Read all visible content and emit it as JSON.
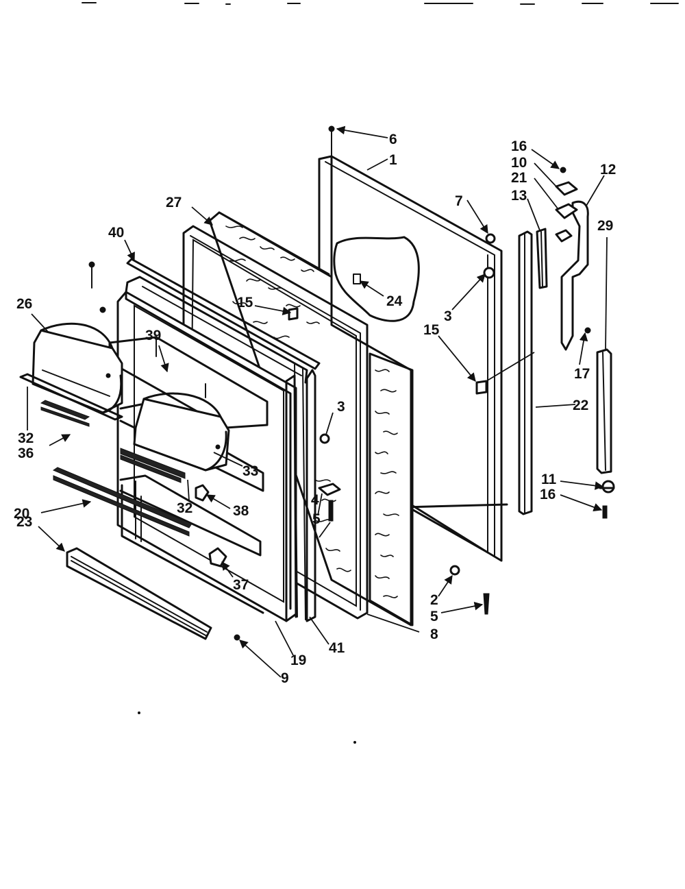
{
  "callouts": {
    "c1": "1",
    "c2": "2",
    "c3a": "3",
    "c3b": "3",
    "c4": "4",
    "c5a": "5",
    "c5b": "5",
    "c6": "6",
    "c7": "7",
    "c8": "8",
    "c9": "9",
    "c10": "10",
    "c11": "11",
    "c12": "12",
    "c13": "13",
    "c15a": "15",
    "c15b": "15",
    "c16a": "16",
    "c16b": "16",
    "c17": "17",
    "c19": "19",
    "c20": "20",
    "c21": "21",
    "c22": "22",
    "c23": "23",
    "c24": "24",
    "c26": "26",
    "c27": "27",
    "c29": "29",
    "c32a": "32",
    "c32b": "32",
    "c33": "33",
    "c36": "36",
    "c37": "37",
    "c38": "38",
    "c39": "39",
    "c40": "40",
    "c41": "41"
  },
  "colors": {
    "ink": "#111111",
    "paper": "#ffffff"
  }
}
